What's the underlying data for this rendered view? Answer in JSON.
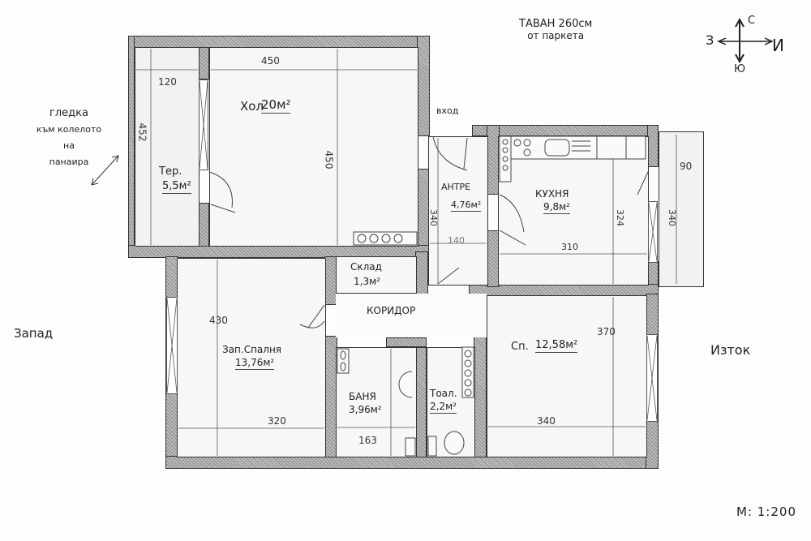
{
  "header": {
    "ceiling_line1": "ТАВАН 260см",
    "ceiling_line2": "от паркета"
  },
  "compass": {
    "north": "С",
    "south": "Ю",
    "west": "З",
    "east": "И"
  },
  "orientation": {
    "west_label": "Запад",
    "east_label": "Изток"
  },
  "view_note": {
    "line1": "гледка",
    "line2": "към колелото",
    "line3": "на",
    "line4": "панаира"
  },
  "entrance_label": "вход",
  "scale": "М: 1:200",
  "rooms": {
    "terrace": {
      "name": "Тер.",
      "area": "5,5м²",
      "width": "120",
      "length": "452"
    },
    "living": {
      "name": "Хол",
      "area": "20м²",
      "width": "450",
      "length": "450"
    },
    "hall": {
      "name": "АНТРЕ",
      "area": "4,76м²",
      "width": "140",
      "length": "340"
    },
    "kitchen": {
      "name": "КУХНЯ",
      "area": "9,8м²",
      "width": "310",
      "length": "324"
    },
    "balcony": {
      "width": "90",
      "length": "340"
    },
    "storage": {
      "name": "Склад",
      "area": "1,3м²"
    },
    "corridor": {
      "name": "КОРИДОР"
    },
    "guest_bedroom": {
      "name": "Зап.Спалня",
      "area": "13,76м²",
      "width": "320",
      "length": "430"
    },
    "bathroom": {
      "name": "БАНЯ",
      "area": "3,96м²",
      "width": "163"
    },
    "toilet": {
      "name": "Тоал.",
      "area": "2,2м²"
    },
    "bedroom": {
      "name": "Сп.",
      "area": "12,58м²",
      "width": "340",
      "length": "370"
    }
  }
}
